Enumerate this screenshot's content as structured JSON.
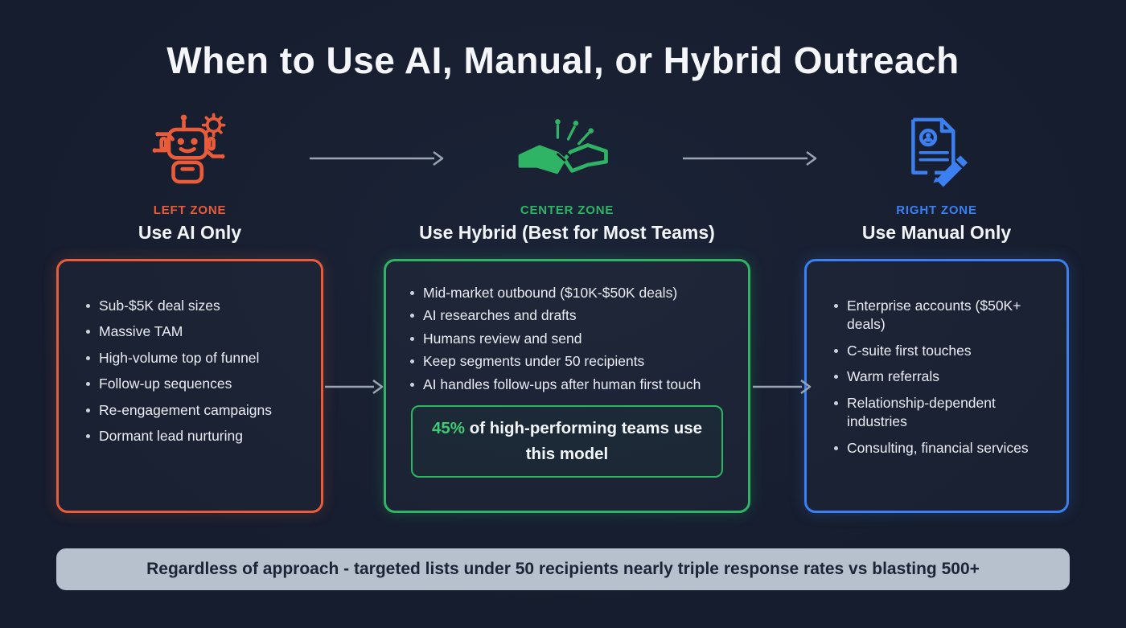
{
  "title": "When to Use AI, Manual, or Hybrid Outreach",
  "colors": {
    "bg": "#161d2e",
    "orange": "#e85c3b",
    "green": "#2fb364",
    "green_bright": "#3ecb74",
    "blue": "#3b7ff0",
    "arrow": "#9aa4b3",
    "footer_bg": "#b7c0cd",
    "footer_text": "#1c2536"
  },
  "zones": [
    {
      "id": "left",
      "zone_label": "LEFT ZONE",
      "heading": "Use AI Only",
      "icon": "robot-icon",
      "bullets": [
        "Sub-$5K deal sizes",
        "Massive TAM",
        "High-volume top of funnel",
        "Follow-up sequences",
        "Re-engagement campaigns",
        "Dormant lead nurturing"
      ]
    },
    {
      "id": "center",
      "zone_label": "CENTER ZONE",
      "heading": "Use Hybrid (Best for Most Teams)",
      "icon": "handshake-icon",
      "bullets": [
        "Mid-market outbound ($10K-$50K deals)",
        "AI researches and drafts",
        "Humans review and send",
        "Keep segments under 50 recipients",
        "AI handles follow-ups after human first touch"
      ],
      "callout": {
        "highlight": "45%",
        "rest": " of high-performing teams use this model"
      }
    },
    {
      "id": "right",
      "zone_label": "RIGHT ZONE",
      "heading": "Use Manual Only",
      "icon": "document-pen-icon",
      "bullets": [
        "Enterprise accounts ($50K+ deals)",
        "C-suite first touches",
        "Warm referrals",
        "Relationship-dependent industries",
        "Consulting, financial services"
      ]
    }
  ],
  "footer": "Regardless of approach - targeted lists under 50 recipients nearly triple response rates vs blasting 500+"
}
